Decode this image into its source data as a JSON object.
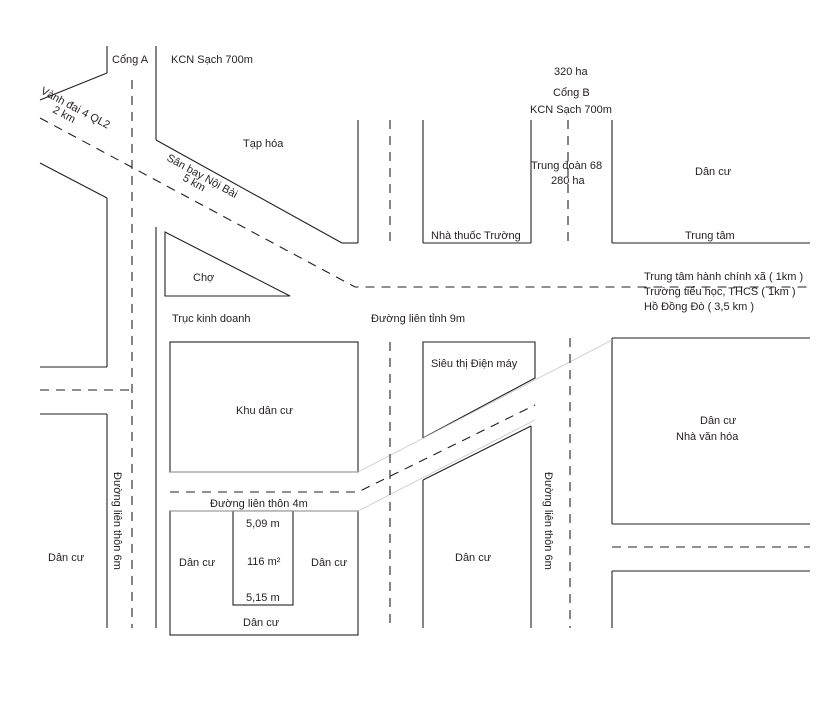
{
  "colors": {
    "line": "#231f20",
    "background": "#ffffff",
    "faint_line": "#c8c8c8"
  },
  "labels": {
    "cong_a": "Cổng A",
    "kcn_sach_a": "KCN Sạch 700m",
    "area_320": "320 ha",
    "cong_b": "Cổng B",
    "kcn_sach_b": "KCN Sạch 700m",
    "vanh_dai": "Vành đai 4  QL2",
    "vanh_dai_km": "2 km",
    "tap_hoa": "Tạp hóa",
    "san_bay": "Sân bay Nội Bài",
    "san_bay_km": "5 km",
    "trung_doan": "Trung đoàn 68",
    "trung_doan_area": "280 ha",
    "dan_cu_ne": "Dân cư",
    "nha_thuoc": "Nhà thuốc Trường",
    "trung_tam": "Trung tâm",
    "cho": "Chợ",
    "hanh_chinh": "Trung tâm  hành chính xã ( 1km )",
    "truong_hoc": "Trường tiểu học, THCS ( 1km )",
    "ho_dong_do": "Hồ Đồng Đò ( 3,5 km )",
    "truc_kinh_doanh": "Trục kinh doanh",
    "duong_lien_tinh": "Đường liên tỉnh 9m",
    "sieu_thi": "Siêu thị Điện máy",
    "khu_dan_cu": "Khu dân cư",
    "dan_cu_east": "Dân cư",
    "nha_van_hoa": "Nhà văn hóa",
    "duong_lien_thon_4m": "Đường liên thôn 4m",
    "duong_lien_thon_6m_left": "Đường liên thôn 6m",
    "duong_lien_thon_6m_right": "Đường liên thôn 6m",
    "dim_top": "5,09 m",
    "plot_area": "116 m²",
    "dim_bottom": "5,15 m",
    "dan_cu_plot_left": "Dân cư",
    "dan_cu_plot_right": "Dân cư",
    "dan_cu_plot_bottom": "Dân cư",
    "dan_cu_far_left": "Dân cư",
    "dan_cu_mid": "Dân cư"
  }
}
